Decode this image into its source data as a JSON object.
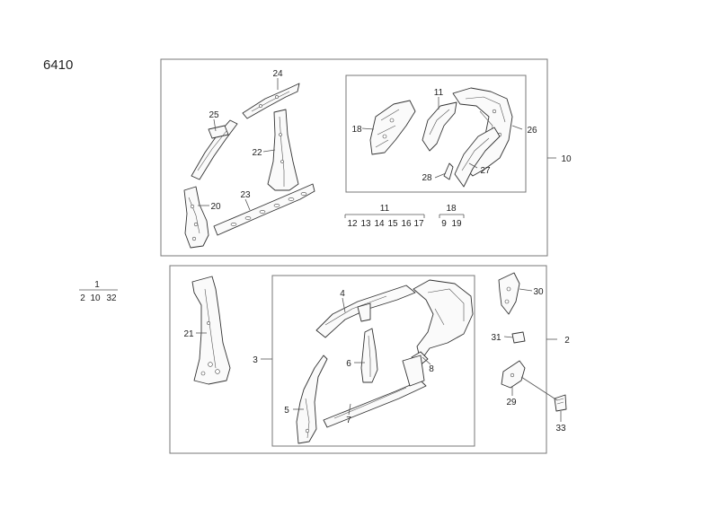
{
  "diagram_code": "6410",
  "callouts": {
    "c1": "1",
    "c2": "2",
    "c3": "3",
    "c4": "4",
    "c5": "5",
    "c6": "6",
    "c7": "7",
    "c8": "8",
    "c10": "10",
    "c11": "11",
    "c18": "18",
    "c20": "20",
    "c21": "21",
    "c22": "22",
    "c23": "23",
    "c24": "24",
    "c25": "25",
    "c26": "26",
    "c27": "27",
    "c28": "28",
    "c29": "29",
    "c30": "30",
    "c31": "31",
    "c33": "33"
  },
  "groups": {
    "g1_parent": "1",
    "g1_children": [
      "2",
      "10",
      "32"
    ],
    "g11_parent": "11",
    "g11_children": [
      "12",
      "13",
      "14",
      "15",
      "16",
      "17"
    ],
    "g18_parent": "18",
    "g18_children": [
      "9",
      "19"
    ]
  }
}
